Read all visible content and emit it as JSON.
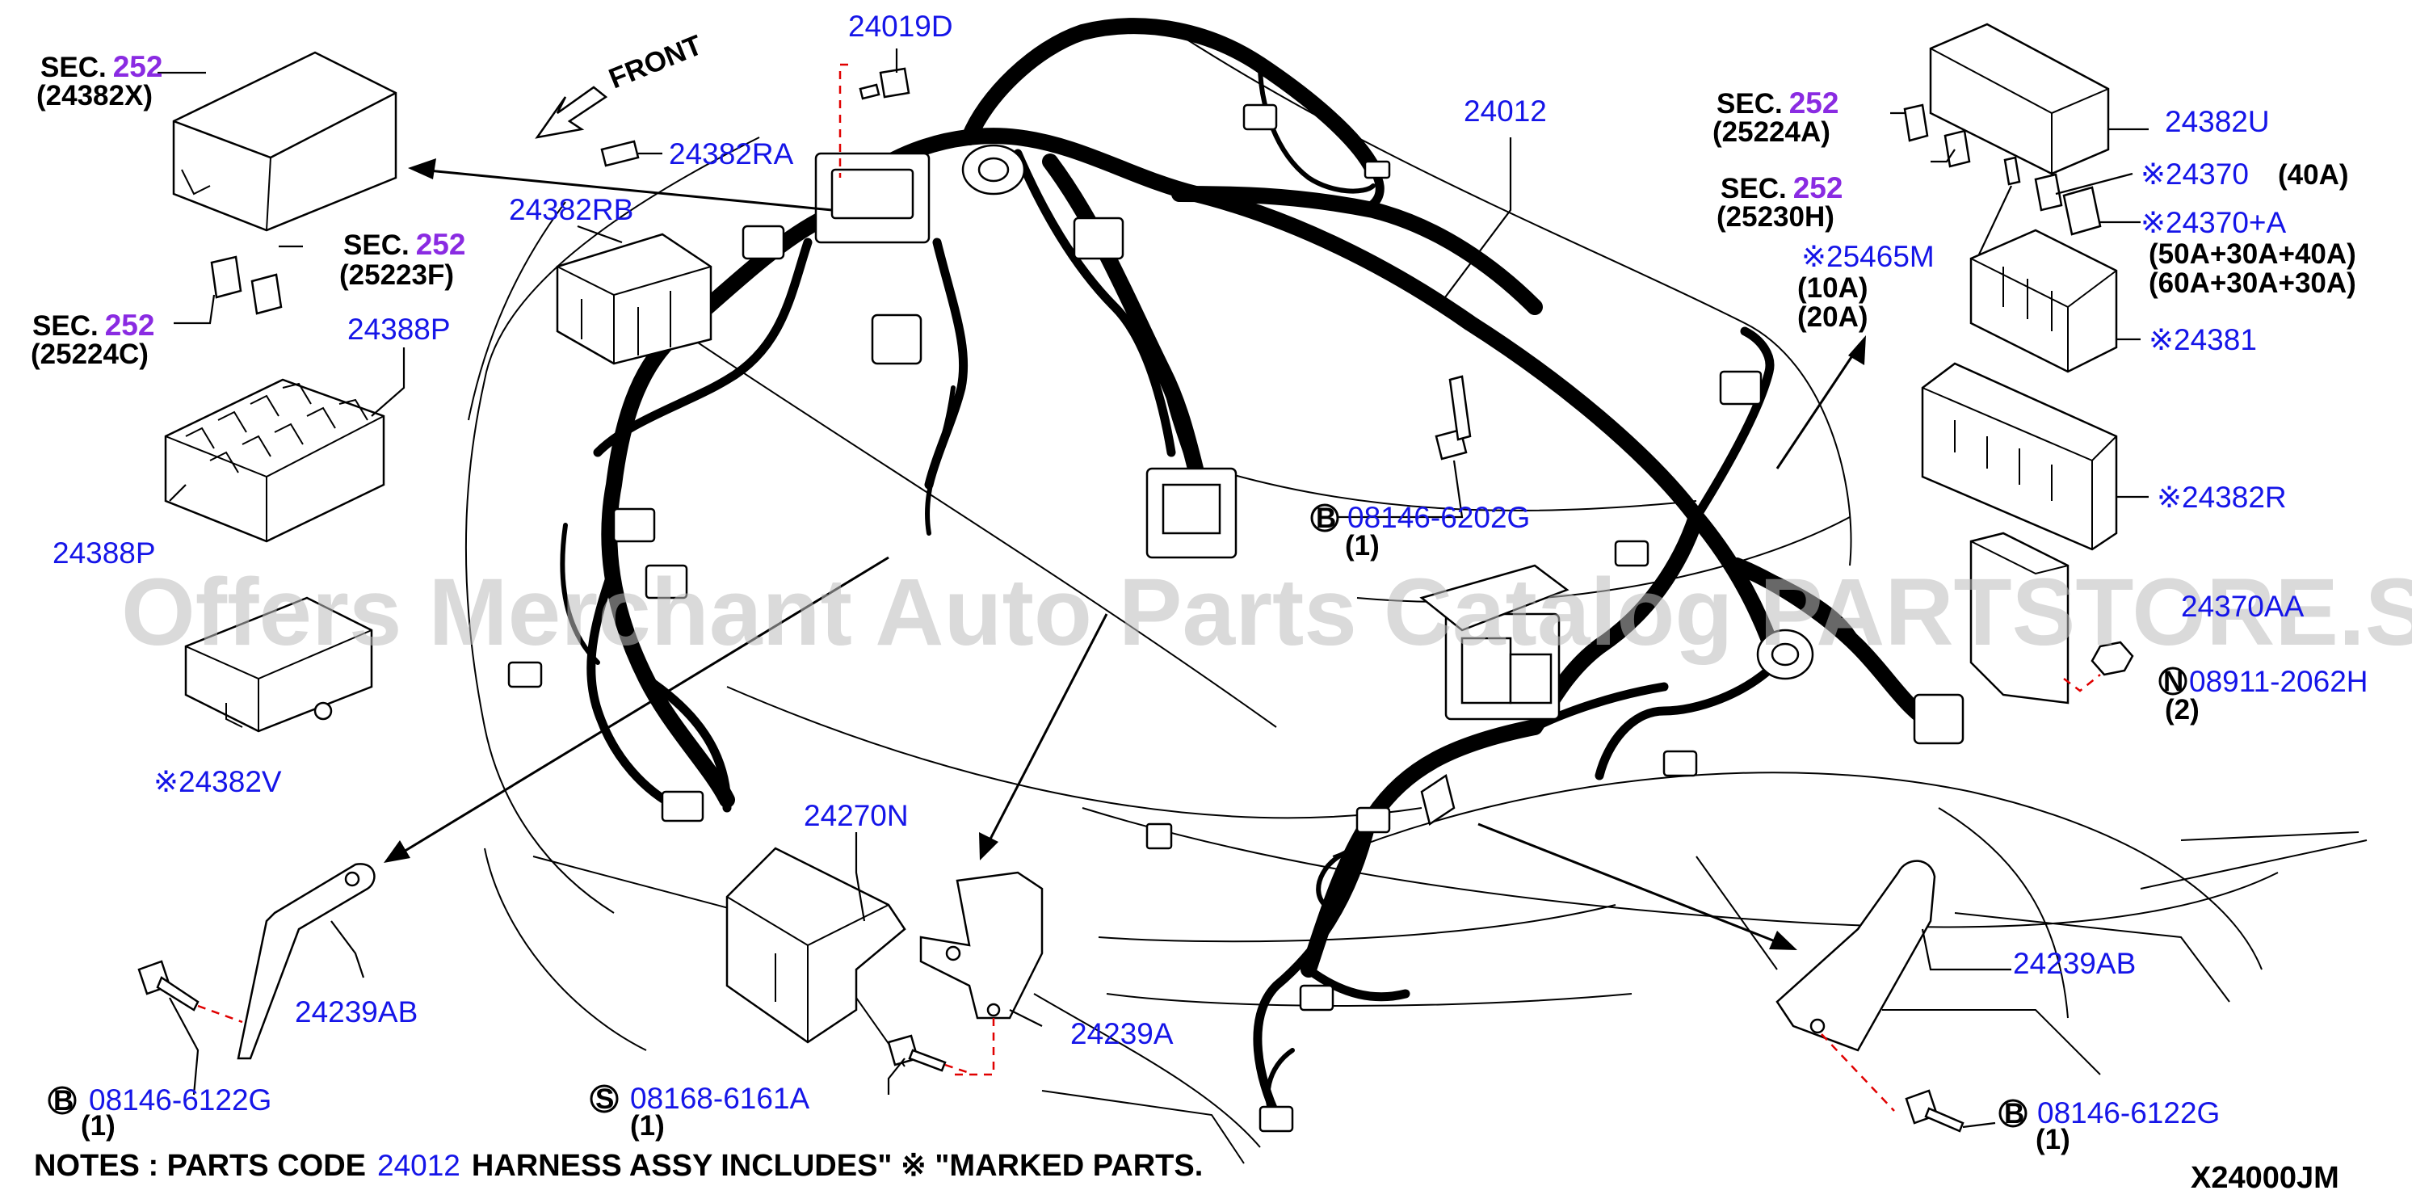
{
  "diagram": {
    "watermark": "Offers Merchant Auto Parts Catalog PARTSTORE.SA",
    "front_label": "FRONT",
    "drawing_code": "X24000JM",
    "notes": {
      "prefix": "NOTES : PARTS CODE",
      "code": "24012",
      "suffix": "HARNESS ASSY INCLUDES\" ※ \"MARKED PARTS."
    },
    "sec_prefix": "SEC.",
    "sec_number": "252",
    "sec_refs": [
      {
        "id": "sec-24382x",
        "ref": "(24382X)"
      },
      {
        "id": "sec-25223f",
        "ref": "(25223F)"
      },
      {
        "id": "sec-25224c",
        "ref": "(25224C)"
      },
      {
        "id": "sec-25224a",
        "ref": "(25224A)"
      },
      {
        "id": "sec-25230h",
        "ref": "(25230H)"
      }
    ],
    "part_labels": {
      "p24019d": "24019D",
      "p24382ra": "24382RA",
      "p24382rb": "24382RB",
      "p24012": "24012",
      "p24388p_a": "24388P",
      "p24388p_b": "24388P",
      "p24382v": "※24382V",
      "p24270n": "24270N",
      "p24239ab_l": "24239AB",
      "p24239a": "24239A",
      "p24239ab_r": "24239AB",
      "p24382u": "24382U",
      "p24370": "※24370",
      "p24370_amp": "(40A)",
      "p24370a": "※24370+A",
      "p24370a_amp1": "(50A+30A+40A)",
      "p24370a_amp2": "(60A+30A+30A)",
      "p25465m": "※25465M",
      "p25465m_amp1": "(10A)",
      "p25465m_amp2": "(20A)",
      "p24381": "※24381",
      "p24382r": "※24382R",
      "p24370aa": "24370AA",
      "p08911": "08911-2062H",
      "p08911_qty": "(2)",
      "p08146_6202g": "08146-6202G",
      "p08146_6202g_qty": "(1)",
      "p08146_6122g_l": "08146-6122G",
      "p08146_6122g_l_qty": "(1)",
      "p08168": "08168-6161A",
      "p08168_qty": "(1)",
      "p08146_6122g_r": "08146-6122G",
      "p08146_6122g_r_qty": "(1)"
    },
    "circle_letters": {
      "b": "B",
      "s": "S",
      "n": "N"
    }
  }
}
